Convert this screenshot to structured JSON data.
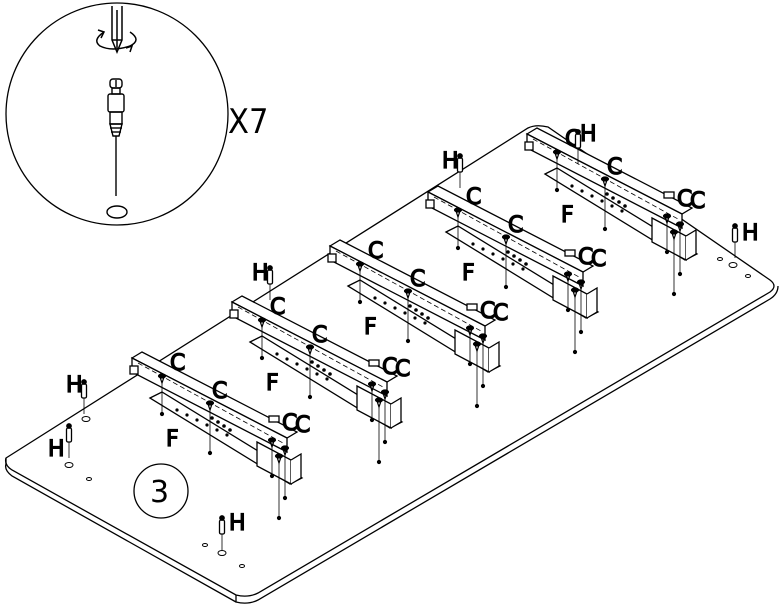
{
  "detail": {
    "multiplier": "X7"
  },
  "step_number": "3",
  "labels": {
    "C": "C",
    "F": "F",
    "H": "H"
  },
  "colors": {
    "line": "#000000",
    "background": "#ffffff"
  },
  "icons": [
    "screwdriver-icon",
    "rotate-arrow-icon",
    "cam-bolt-icon",
    "screw-icon",
    "dowel-icon"
  ]
}
